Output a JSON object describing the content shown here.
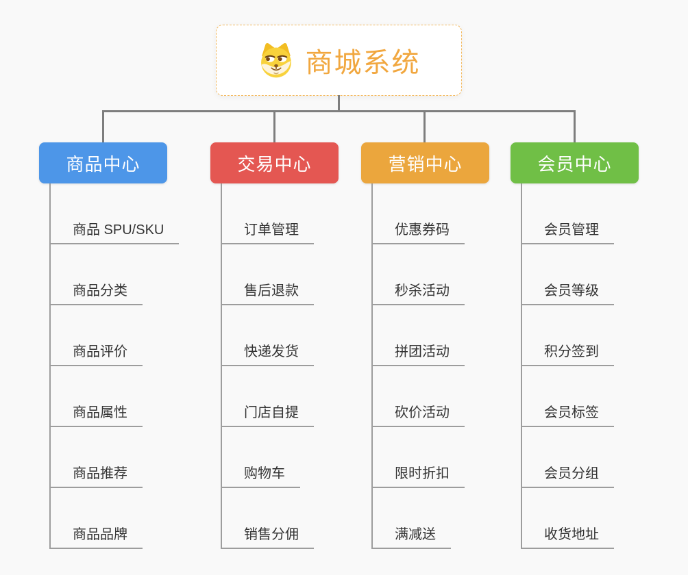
{
  "root": {
    "title": "商城系统",
    "icon": "dog-face-icon"
  },
  "branches": [
    {
      "label": "商品中心",
      "color": "#4d96e8",
      "children": [
        "商品 SPU/SKU",
        "商品分类",
        "商品评价",
        "商品属性",
        "商品推荐",
        "商品品牌"
      ]
    },
    {
      "label": "交易中心",
      "color": "#e45752",
      "children": [
        "订单管理",
        "售后退款",
        "快递发货",
        "门店自提",
        "购物车",
        "销售分佣"
      ]
    },
    {
      "label": "营销中心",
      "color": "#eba63d",
      "children": [
        "优惠券码",
        "秒杀活动",
        "拼团活动",
        "砍价活动",
        "限时折扣",
        "满减送"
      ]
    },
    {
      "label": "会员中心",
      "color": "#70bf46",
      "children": [
        "会员管理",
        "会员等级",
        "积分签到",
        "会员标签",
        "会员分组",
        "收货地址"
      ]
    }
  ],
  "colors": {
    "connector": "#7e7e7e",
    "underline": "#9d9d9d",
    "leaf_text": "#333333",
    "root_text": "#f1a73f",
    "root_border": "#f3b95f",
    "background": "#f9f9f9"
  }
}
